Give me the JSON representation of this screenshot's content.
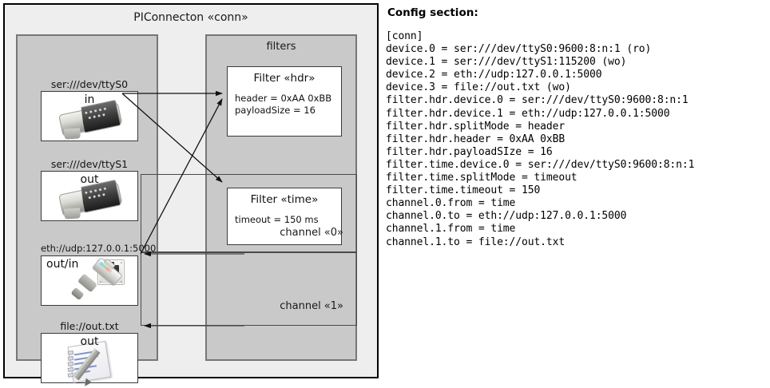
{
  "diagram": {
    "title": "PIConnecton «conn»",
    "devices_panel": {
      "items": [
        {
          "label": "ser:///dev/ttyS0",
          "io": "in",
          "icon": "serial-connector-icon"
        },
        {
          "label": "ser:///dev/ttyS1",
          "io": "out",
          "icon": "serial-connector-icon"
        },
        {
          "label": "eth://udp:127.0.0.1:5000",
          "io": "out/in",
          "icon": "ethernet-jack-icon"
        },
        {
          "label": "file://out.txt",
          "io": "out",
          "icon": "file-document-icon"
        }
      ]
    },
    "filters_panel": {
      "title": "filters",
      "filters": [
        {
          "title": "Filter «hdr»",
          "props": "header = 0xAA 0xBB\npayloadSize = 16"
        },
        {
          "title": "Filter «time»",
          "props": "timeout = 150 ms"
        }
      ]
    },
    "channels": [
      {
        "label": "channel «0»"
      },
      {
        "label": "channel «1»"
      }
    ]
  },
  "config": {
    "heading": "Config section:",
    "body": "[conn]\ndevice.0 = ser:///dev/ttyS0:9600:8:n:1 (ro)\ndevice.1 = ser:///dev/ttyS1:115200 (wo)\ndevice.2 = eth://udp:127.0.0.1:5000\ndevice.3 = file://out.txt (wo)\nfilter.hdr.device.0 = ser:///dev/ttyS0:9600:8:n:1\nfilter.hdr.device.1 = eth://udp:127.0.0.1:5000\nfilter.hdr.splitMode = header\nfilter.hdr.header = 0xAA 0xBB\nfilter.hdr.payloadSIze = 16\nfilter.time.device.0 = ser:///dev/ttyS0:9600:8:n:1\nfilter.time.splitMode = timeout\nfilter.time.timeout = 150\nchannel.0.from = time\nchannel.0.to = eth://udp:127.0.0.1:5000\nchannel.1.from = time\nchannel.1.to = file://out.txt"
  },
  "colors": {
    "canvas": "#eeeeee",
    "panel": "#c9c9c9",
    "node": "#ffffff",
    "outline": "#3a3a3a"
  }
}
